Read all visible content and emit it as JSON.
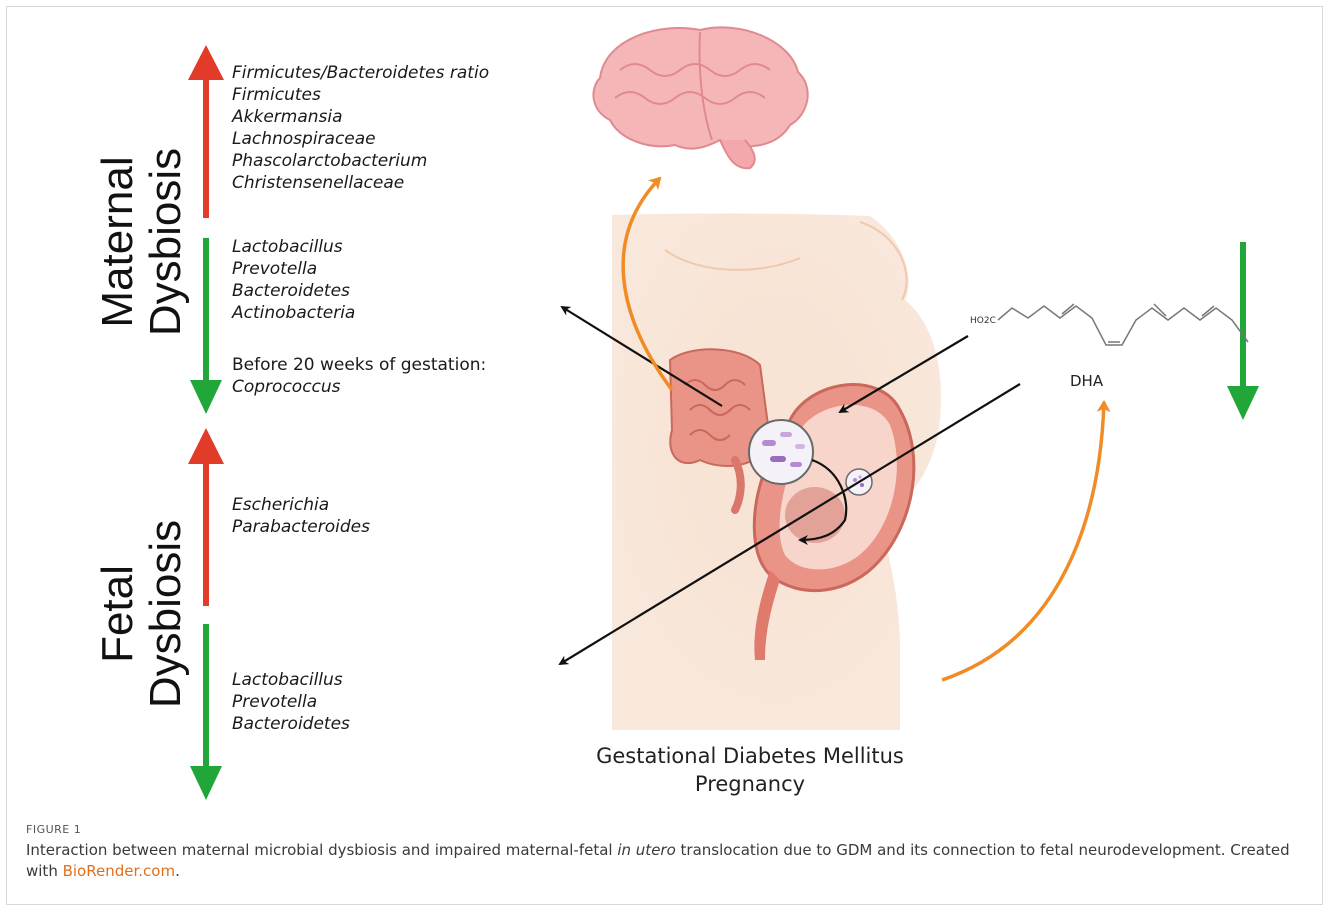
{
  "panels": {
    "maternal": {
      "title_line1": "Maternal",
      "title_line2": "Dysbiosis"
    },
    "fetal": {
      "title_line1": "Fetal",
      "title_line2": "Dysbiosis"
    }
  },
  "maternal_increased": [
    "Firmicutes/Bacteroidetes ratio",
    "Firmicutes",
    "Akkermansia",
    "Lachnospiraceae",
    "Phascolarctobacterium",
    "Christensenellaceae"
  ],
  "maternal_decreased": [
    "Lactobacillus",
    "Prevotella",
    "Bacteroidetes",
    "Actinobacteria"
  ],
  "maternal_note": {
    "label": "Before 20 weeks of gestation:",
    "taxon": "Coprococcus"
  },
  "fetal_increased": [
    "Escherichia",
    "Parabacteroides"
  ],
  "fetal_decreased": [
    "Lactobacillus",
    "Prevotella",
    "Bacteroidetes"
  ],
  "molecule_label": "DHA",
  "molecule_group": "HO2C",
  "center_title": {
    "line1": "Gestational Diabetes Mellitus",
    "line2": "Pregnancy"
  },
  "caption": {
    "figure_label": "FIGURE 1",
    "text_before": "Interaction between maternal microbial dysbiosis and impaired maternal-fetal ",
    "text_italic": "in utero",
    "text_after": " translocation due to GDM and its connection to fetal neurodevelopment. Created with ",
    "link": "BioRender.com",
    "text_end": "."
  },
  "colors": {
    "increase": "#e23b2a",
    "decrease": "#21a63a",
    "link_arrow": "#f08b26",
    "black_arrow": "#111111",
    "skin": "#f6ddc8",
    "organ": "#e99486"
  }
}
